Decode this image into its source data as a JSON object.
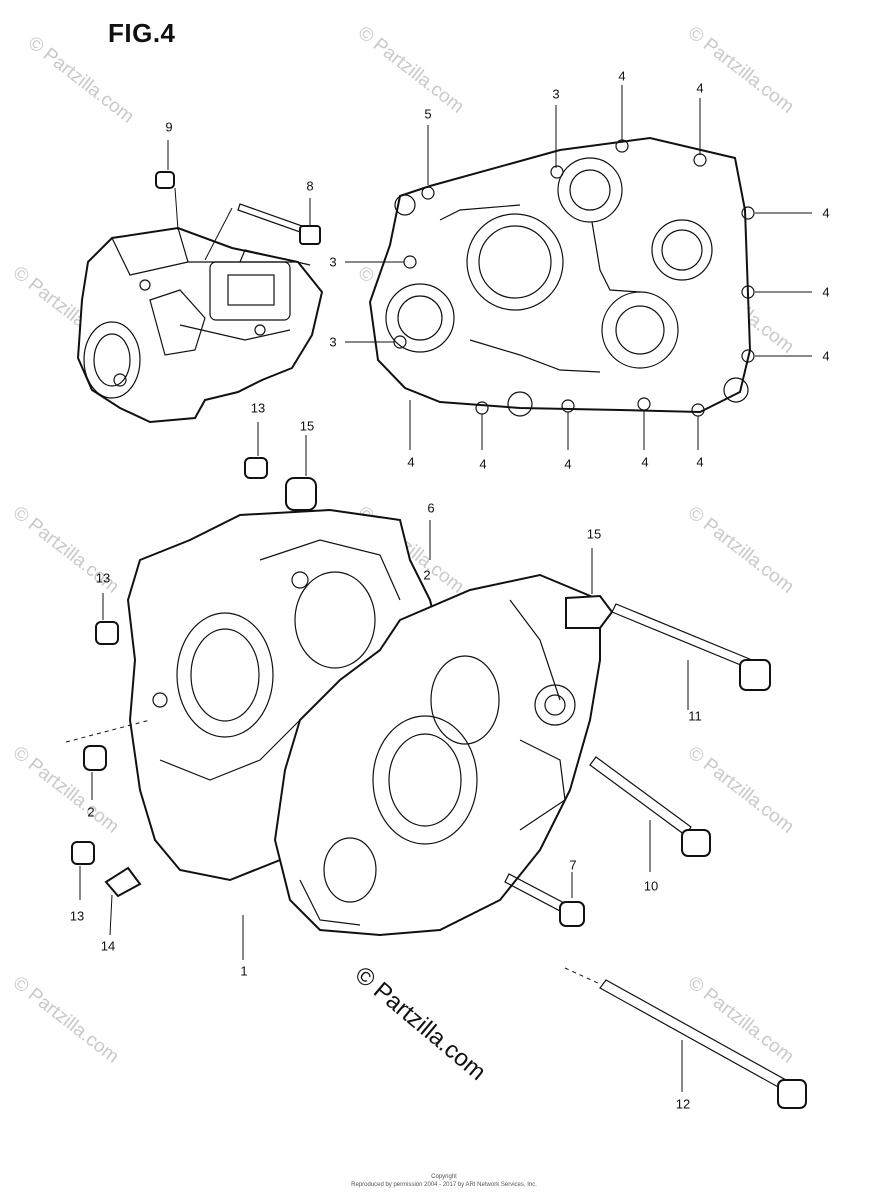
{
  "figure": {
    "title": "FIG.4"
  },
  "callouts": [
    {
      "id": "c9",
      "label": "9"
    },
    {
      "id": "c8",
      "label": "8"
    },
    {
      "id": "c5",
      "label": "5"
    },
    {
      "id": "c3-top",
      "label": "3"
    },
    {
      "id": "c4-a",
      "label": "4"
    },
    {
      "id": "c4-b",
      "label": "4"
    },
    {
      "id": "c4-r1",
      "label": "4"
    },
    {
      "id": "c4-r2",
      "label": "4"
    },
    {
      "id": "c4-r3",
      "label": "4"
    },
    {
      "id": "c3-l1",
      "label": "3"
    },
    {
      "id": "c3-l2",
      "label": "3"
    },
    {
      "id": "c4-b1",
      "label": "4"
    },
    {
      "id": "c4-b2",
      "label": "4"
    },
    {
      "id": "c4-b3",
      "label": "4"
    },
    {
      "id": "c4-b4",
      "label": "4"
    },
    {
      "id": "c4-b5",
      "label": "4"
    },
    {
      "id": "c13-a",
      "label": "13"
    },
    {
      "id": "c15-a",
      "label": "15"
    },
    {
      "id": "c6",
      "label": "6"
    },
    {
      "id": "c2-top",
      "label": "2"
    },
    {
      "id": "c13-b",
      "label": "13"
    },
    {
      "id": "c15-b",
      "label": "15"
    },
    {
      "id": "c11",
      "label": "11"
    },
    {
      "id": "c2",
      "label": "2"
    },
    {
      "id": "c10",
      "label": "10"
    },
    {
      "id": "c7",
      "label": "7"
    },
    {
      "id": "c13-c",
      "label": "13"
    },
    {
      "id": "c14",
      "label": "14"
    },
    {
      "id": "c1",
      "label": "1"
    },
    {
      "id": "c12",
      "label": "12"
    }
  ],
  "watermark": {
    "text": "© Partzilla.com",
    "main_text": "© Partzilla.com"
  },
  "footer": {
    "line1": "Copyright",
    "line2": "Reproduced by permission 2004 - 2017 by ARI Network Services, Inc."
  }
}
